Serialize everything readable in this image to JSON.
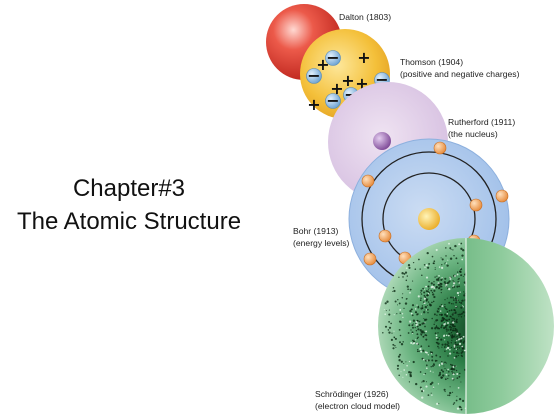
{
  "slide": {
    "title_line1": "Chapter#3",
    "title_line2": "The Atomic Structure"
  },
  "models": [
    {
      "name": "Dalton (1803)",
      "note": ""
    },
    {
      "name": "Thomson (1904)",
      "note": "(positive and negative charges)"
    },
    {
      "name": "Rutherford (1911)",
      "note": "(the nucleus)"
    },
    {
      "name": "Bohr (1913)",
      "note": "(energy levels)"
    },
    {
      "name": "Schrödinger (1926)",
      "note": "(electron cloud model)"
    }
  ],
  "symbols": {
    "plus": "+",
    "minus": "−"
  },
  "colors": {
    "dalton": "#d8342c",
    "thomson": "#f2b52a",
    "thomson_electron": "#7fb2dc",
    "rutherford": "#dcc8e4",
    "rutherford_nucleus": "#9a64b4",
    "bohr": "#aac6ea",
    "bohr_nucleus": "#f2c230",
    "bohr_electron": "#f2a04c",
    "schrodinger": "#5fae74",
    "schrodinger_dark": "#1e6a36"
  }
}
